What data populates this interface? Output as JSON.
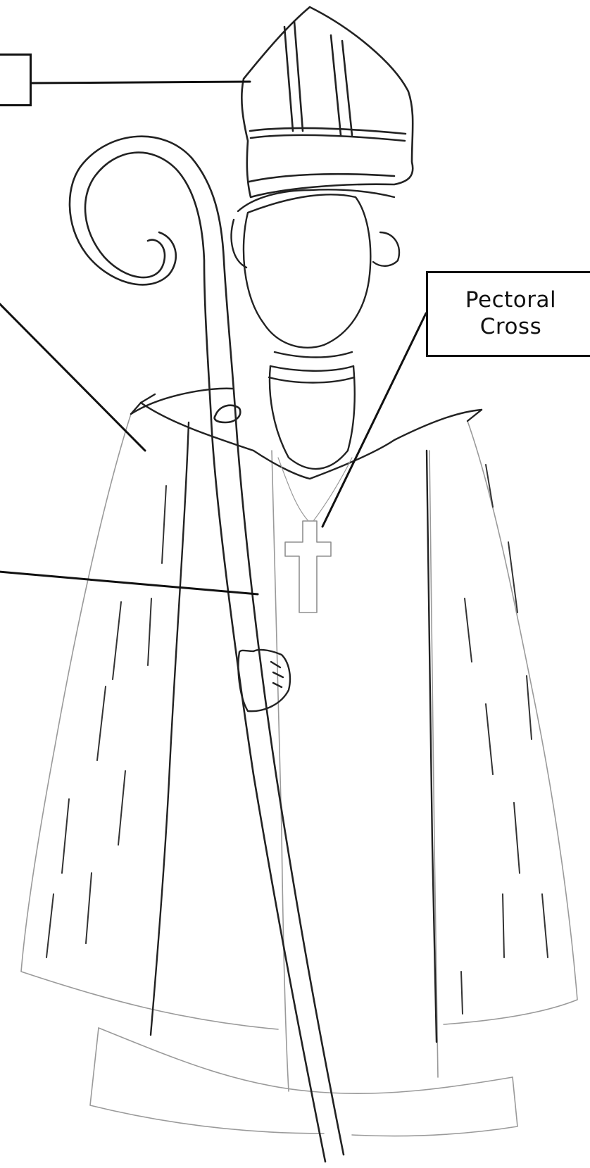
{
  "diagram": {
    "labels": [
      {
        "id": "mitre",
        "text": ""
      },
      {
        "id": "pectoral-cross",
        "line1": "Pectoral",
        "line2": "Cross"
      },
      {
        "id": "cope",
        "text": ""
      },
      {
        "id": "crozier",
        "text": ""
      }
    ]
  },
  "colors": {
    "ink": "#111111",
    "paper": "#ffffff",
    "faint": "#8f8f8f"
  }
}
